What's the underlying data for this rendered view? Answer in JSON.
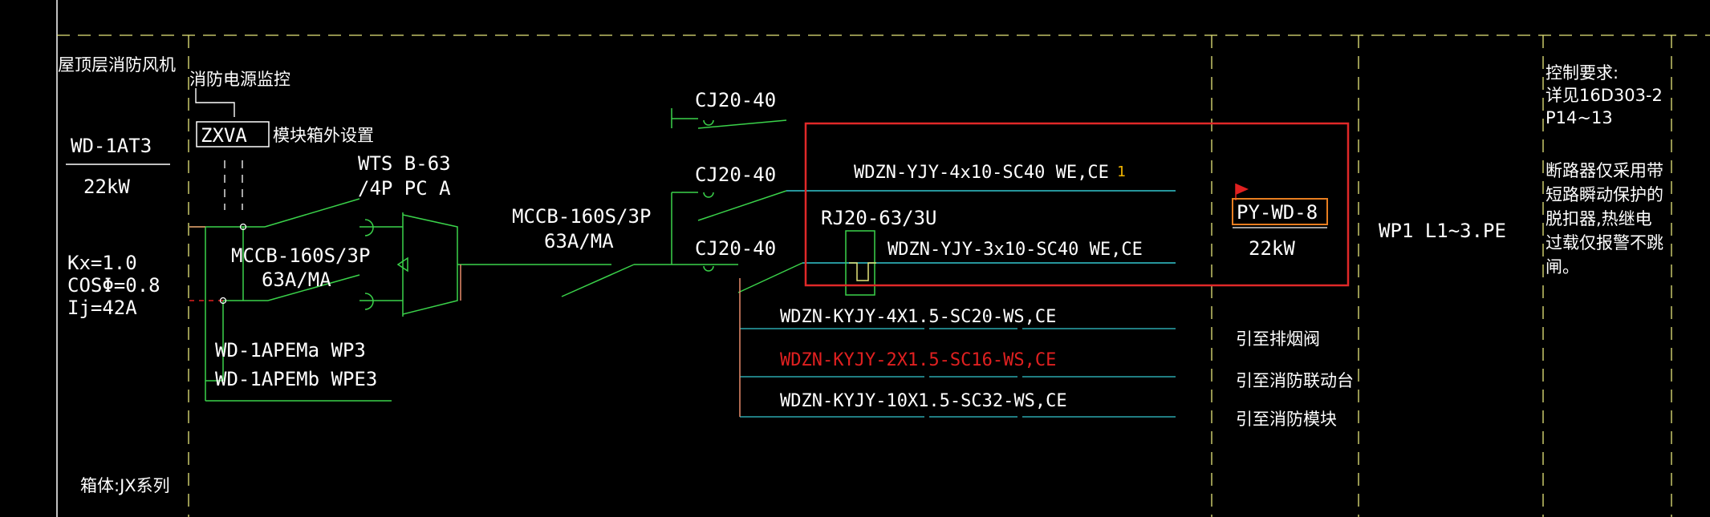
{
  "colors": {
    "background": "#000000",
    "frame": "#ffffff",
    "dash": "#e6e67a",
    "wire": "#3ad24a",
    "text": "#ffffff",
    "cyan": "#33c8d0",
    "salmon": "#e88a6a",
    "red": "#e02020",
    "highlight_box": "#e02828",
    "orange_box": "#e87e20",
    "index": "#f0b400"
  },
  "col_main": {
    "title": "屋顶层消防风机",
    "name": "WD-1AT3",
    "power": "22kW",
    "kx": "Kx=1.0",
    "cos": "COSΦ=0.8",
    "ij": "Ij=42A",
    "box_type": "箱体:JX系列"
  },
  "supply": {
    "monitor_label": "消防电源监控",
    "zxva": "ZXVA",
    "module_note": "模块箱外设置",
    "mccb1_model": "MCCB-160S/3P",
    "mccb1_setting": "63A/MA",
    "feed_a": "WD-1APEMa WP3",
    "feed_b": "WD-1APEMb WPE3",
    "wts_model": "WTS B-63",
    "wts_spec": "/4P PC A",
    "mccb2_model": "MCCB-160S/3P",
    "mccb2_setting": "63A/MA"
  },
  "contactors": {
    "c1": "CJ20-40",
    "c2": "CJ20-40",
    "c3": "CJ20-40",
    "relay": "RJ20-63/3U"
  },
  "cables": {
    "cable1": "WDZN-YJY-4x10-SC40 WE,CE",
    "cable1_index": "1",
    "cable2": "WDZN-YJY-3x10-SC40 WE,CE",
    "control1": "WDZN-KYJY-4X1.5-SC20-WS,CE",
    "control2": "WDZN-KYJY-2X1.5-SC16-WS,CE",
    "control3": "WDZN-KYJY-10X1.5-SC32-WS,CE"
  },
  "load": {
    "tag": "PY-WD-8",
    "power": "22kW"
  },
  "destinations": {
    "d1": "引至排烟阀",
    "d2": "引至消防联动台",
    "d3": "引至消防模块"
  },
  "circuit": "WP1 L1~3.PE",
  "control_notes": {
    "title": "控制要求:",
    "ref1": "详见16D303-2",
    "ref2": "P14~13",
    "line1": "断路器仅采用带",
    "line2": "短路瞬动保护的",
    "line3": "脱扣器,热继电",
    "line4": "过载仅报警不跳",
    "line5": "闸。"
  }
}
